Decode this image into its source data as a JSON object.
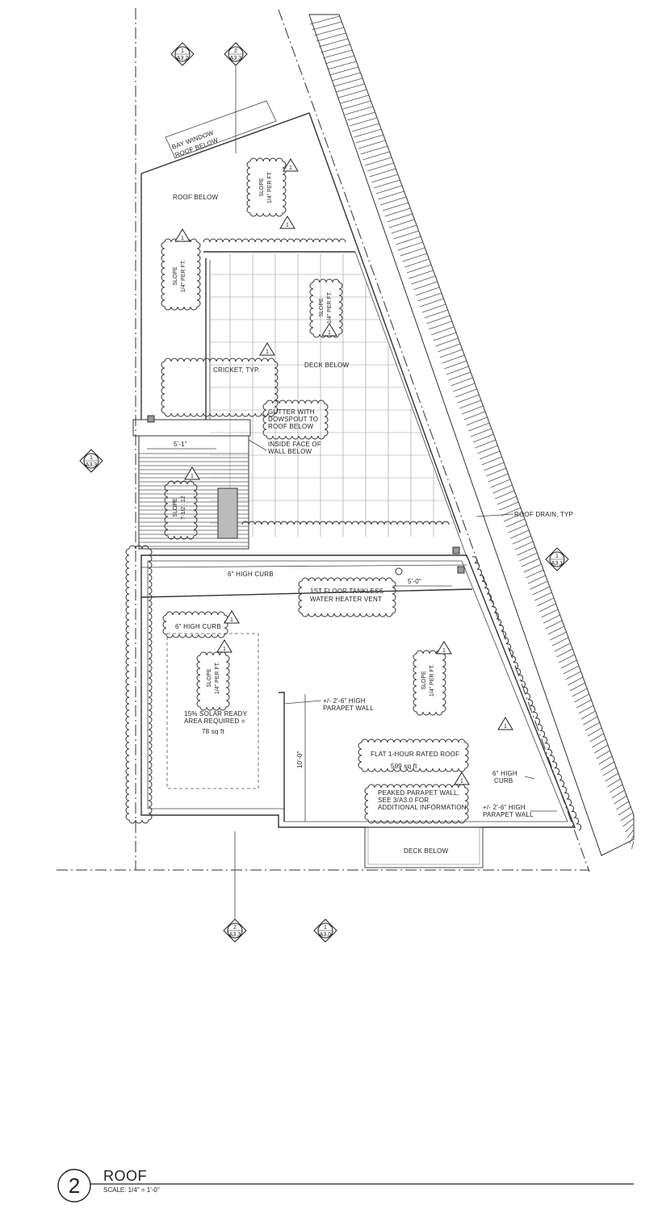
{
  "drawing": {
    "number": "2",
    "title": "ROOF",
    "scale": "SCALE: 1/4\"  =   1'-0\""
  },
  "section_markers": [
    {
      "num": "1",
      "ref": "A3.2"
    },
    {
      "num": "2",
      "ref": "A3.3"
    },
    {
      "num": "1",
      "ref": "A3.3"
    },
    {
      "num": "1",
      "ref": "A3.1"
    },
    {
      "num": "2",
      "ref": "A3.3"
    },
    {
      "num": "1",
      "ref": "A3.0"
    }
  ],
  "revision_tag": "1",
  "labels": {
    "bay_window": "BAY WINDOW",
    "bay_window_2": "ROOF BELOW",
    "roof_below": "ROOF BELOW",
    "deck_below": "DECK BELOW",
    "deck_below_bottom": "DECK BELOW",
    "cricket": "CRICKET, TYP.",
    "gutter_1": "GUTTER WITH",
    "gutter_2": "DOWSPOUT TO",
    "gutter_3": "ROOF BELOW",
    "inside_face_1": "INSIDE FACE OF",
    "inside_face_2": "WALL BELOW",
    "roof_drain": "ROOF DRAIN, TYP",
    "curb_6_top": "6\" HIGH CURB",
    "curb_6_left": "6\" HIGH CURB",
    "vent_1": "1ST FLOOR TANKLESS",
    "vent_2": "WATER HEATER VENT",
    "solar_1": "15% SOLAR READY",
    "solar_2": "AREA REQUIRED =",
    "solar_3": "78 sq ft",
    "parapet_1": "+/- 2'-6\" HIGH",
    "parapet_2": "PARAPET WALL",
    "flat_roof": "FLAT 1-HOUR RATED ROOF",
    "flat_roof_area": "509 sq ft",
    "peaked_1": "PEAKED PARAPET WALL,",
    "peaked_2": "SEE 3/A3.0 FOR",
    "peaked_3": "ADDITIONAL INFORMATION",
    "curb_r_1": "6\" HIGH",
    "curb_r_2": "CURB",
    "parapet_r_1": "+/- 2'-6\" HIGH",
    "parapet_r_2": "PARAPET WALL",
    "dim_5_1": "5'-1\"",
    "dim_5_0": "5'-0\"",
    "dim_10_0": "10'-0\""
  },
  "slopes": {
    "quarter": "1/4\" PER FT.",
    "word": "SLOPE",
    "steep": "7-1/2 : 12"
  }
}
